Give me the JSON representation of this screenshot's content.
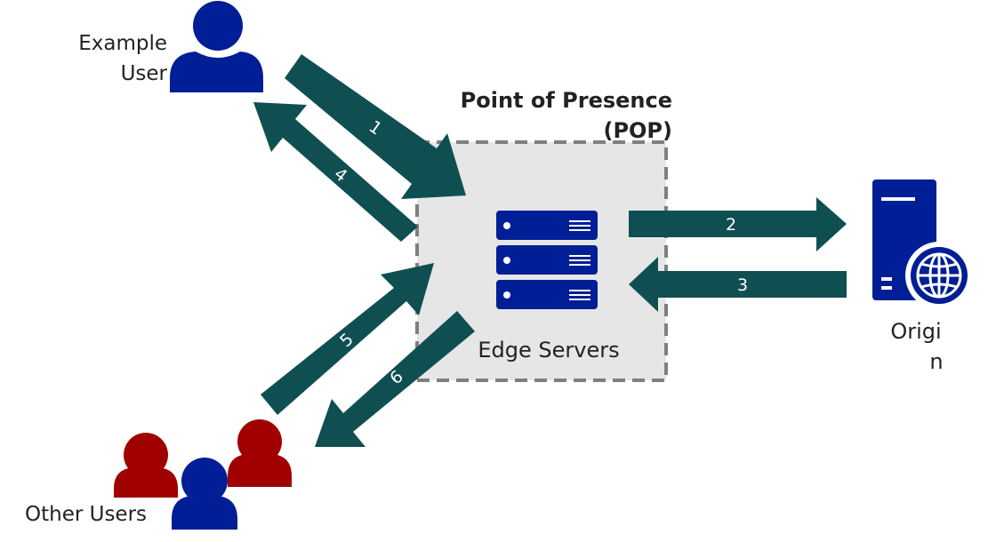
{
  "labels": {
    "example_user_line1": "Example",
    "example_user_line2": "User",
    "pop_title_line1": "Point of Presence",
    "pop_title_line2": "(POP)",
    "edge_servers": "Edge Servers",
    "origin_line1": "Origi",
    "origin_line2": "n",
    "other_users": "Other Users"
  },
  "steps": [
    "1",
    "2",
    "3",
    "4",
    "5",
    "6"
  ],
  "colors": {
    "arrow": "#0f4f52",
    "user_blue": "#001e96",
    "user_red": "#a00000",
    "server_blue": "#001e96",
    "pop_fill": "#e6e6e6",
    "pop_border": "#7f7f7f"
  },
  "icons": {
    "example_user": "person-icon",
    "other_users": "person-group-icon",
    "edge_servers": "server-stack-icon",
    "origin": "web-server-globe-icon"
  }
}
